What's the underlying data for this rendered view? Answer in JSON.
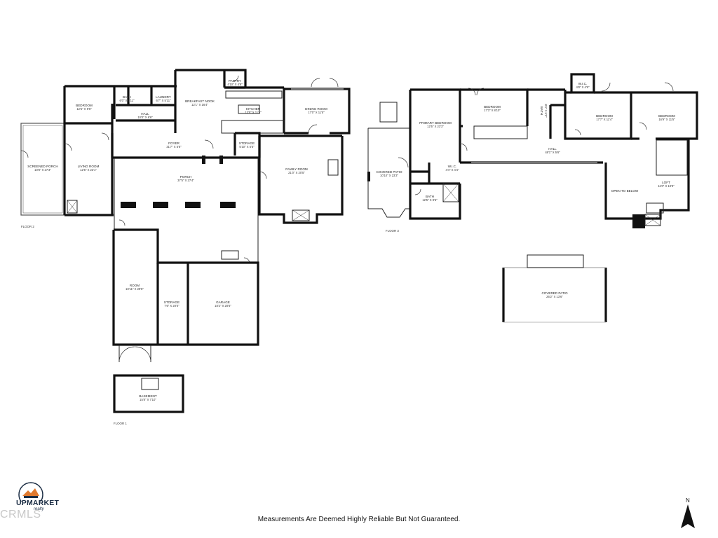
{
  "floors": [
    {
      "name": "FLOOR 2"
    },
    {
      "name": "FLOOR 3"
    },
    {
      "name": "FLOOR 1"
    }
  ],
  "rooms": {
    "bedroom_f2": {
      "name": "BEDROOM",
      "dim": "12'5\" X 9'6\""
    },
    "bath_f2": {
      "name": "BATH",
      "dim": "6'0\" X 5'11\""
    },
    "laundry": {
      "name": "LAUNDRY",
      "dim": "6'7\" X 5'11\""
    },
    "hall_f2": {
      "name": "HALL",
      "dim": "10'0\" X 6'6\""
    },
    "breakfast_nook": {
      "name": "BREAKFAST NOOK",
      "dim": "12'1\" X 16'4\""
    },
    "pantry": {
      "name": "PANTRY",
      "dim": "4'10\" X 4'8\""
    },
    "kitchen": {
      "name": "KITCHEN",
      "dim": "13'5\" X 11'4\""
    },
    "dining_room": {
      "name": "DINING ROOM",
      "dim": "17'0\" X 11'5\""
    },
    "screened_porch": {
      "name": "SCREENED PORCH",
      "dim": "10'8\" X 27'3\""
    },
    "living_room": {
      "name": "LIVING ROOM",
      "dim": "12'5\" X 23'1\""
    },
    "foyer": {
      "name": "FOYER",
      "dim": "31'7\" X 5'6\""
    },
    "storage_f2": {
      "name": "STORAGE",
      "dim": "5'10\" X 5'5\""
    },
    "porch": {
      "name": "PORCH",
      "dim": "37'5\" X 27'4\""
    },
    "family_room": {
      "name": "FAMILY ROOM",
      "dim": "21'0\" X 20'5\""
    },
    "room_f1": {
      "name": "ROOM",
      "dim": "10'11\" X 29'5\""
    },
    "storage_f1": {
      "name": "STORAGE",
      "dim": "7'6\" X 20'0\""
    },
    "garage": {
      "name": "GARAGE",
      "dim": "18'2\" X 20'6\""
    },
    "basement": {
      "name": "BASEMENT",
      "dim": "15'8\" X 7'10\""
    },
    "primary_bedroom": {
      "name": "PRIMARY BEDROOM",
      "dim": "12'5\" X 23'3\""
    },
    "bedroom_f3a": {
      "name": "BEDROOM",
      "dim": "17'3\" X 8'10\""
    },
    "bath_f3a": {
      "name": "BATH",
      "dim": "8'4\" X 5'2\""
    },
    "wic_f3a": {
      "name": "W.I.C.",
      "dim": "4'8\" X 4'9\""
    },
    "bedroom_f3b": {
      "name": "BEDROOM",
      "dim": "17'7\" X 11'4\""
    },
    "bedroom_f3c": {
      "name": "BEDROOM",
      "dim": "16'9\" X 11'5\""
    },
    "hall_f3": {
      "name": "HALL",
      "dim": "48'1\" X 5'6\""
    },
    "covered_patio_f3": {
      "name": "COVERED PATIO",
      "dim": "10'10\" X 23'3\""
    },
    "wic_f3b": {
      "name": "W.I.C.",
      "dim": "4'4\" X 4'4\""
    },
    "bath_f3b": {
      "name": "BATH",
      "dim": "12'5\" X 9'6\""
    },
    "open_to_below": {
      "name": "OPEN TO BELOW",
      "dim": ""
    },
    "loft": {
      "name": "LOFT",
      "dim": "11'0\" X 19'9\""
    },
    "covered_patio": {
      "name": "COVERED PATIO",
      "dim": "26'2\" X 13'6\""
    }
  },
  "branding": {
    "logo_line1": "UPMARKET",
    "logo_line2": "realty",
    "logo_watermark": "CRMLS"
  },
  "north_label": "N",
  "disclaimer": "Measurements Are Deemed Highly Reliable But Not Guaranteed."
}
